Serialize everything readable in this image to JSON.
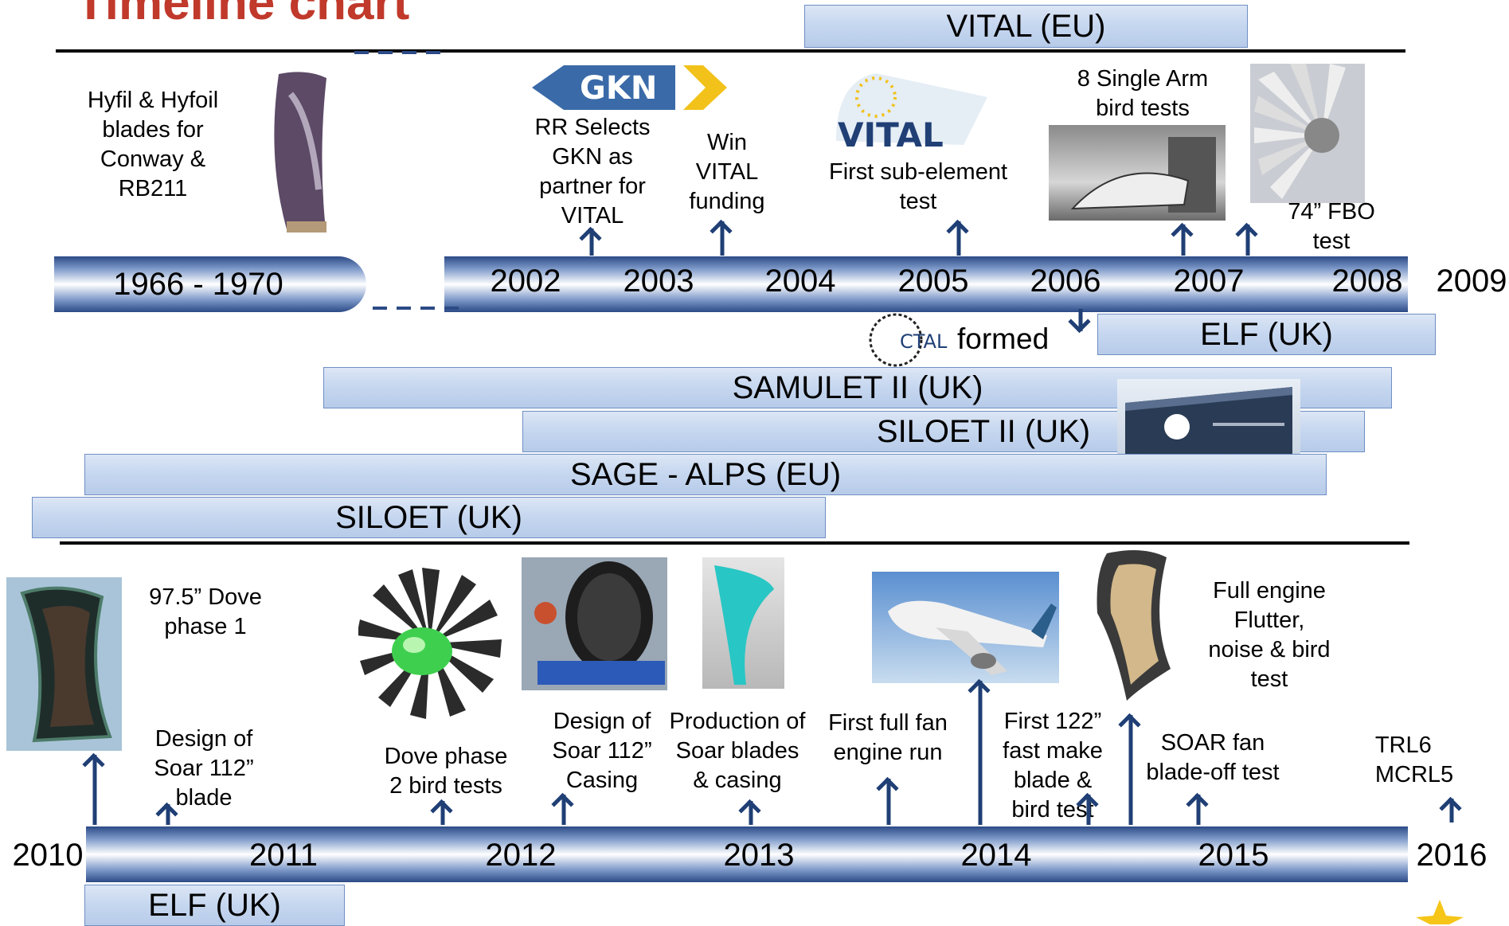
{
  "title": "Timeline chart",
  "bars_top": {
    "vital_eu": "VITAL (EU)",
    "elf_uk": "ELF (UK)",
    "samulet": "SAMULET II (UK)",
    "siloet2": "SILOET II (UK)",
    "sage": "SAGE - ALPS (EU)",
    "siloet": "SILOET (UK)"
  },
  "bars_bottom": {
    "elf_uk": "ELF (UK)"
  },
  "top_axis": {
    "first_segment": "1966 - 1970",
    "years": [
      "2002",
      "2003",
      "2004",
      "2005",
      "2006",
      "2007",
      "2008",
      "2009"
    ]
  },
  "bottom_axis": {
    "years": [
      "2010",
      "2011",
      "2012",
      "2013",
      "2014",
      "2015",
      "2016"
    ]
  },
  "top_notes": {
    "hyfil": "Hyfil & Hyfoil\nblades for\nConway &\nRB211",
    "rr_selects": "RR Selects\nGKN as\npartner for\nVITAL",
    "win_vital": "Win\nVITAL\nfunding",
    "first_sub": "First sub-element\ntest",
    "single_arm": "8 Single Arm\nbird tests",
    "fbo": "74” FBO\ntest",
    "ctal_logo": "CTAL",
    "ctal_formed": "formed",
    "vital_logo": "VITAL",
    "gkn_logo": "GKN"
  },
  "bottom_notes": {
    "dove1": "97.5” Dove\nphase 1",
    "design_soar": "Design of\nSoar 112”\nblade",
    "dove2": "Dove phase\n2 bird tests",
    "design_casing": "Design of\nSoar 112”\nCasing",
    "production": "Production of\nSoar blades\n& casing",
    "first_full": "First full fan\nengine run",
    "first_122": "First 122”\nfast make\nblade &\nbird test",
    "soar_fan": "SOAR fan\nblade-off test",
    "full_engine": "Full engine\nFlutter,\nnoise & bird\ntest",
    "trl": "TRL6\nMCRL5"
  },
  "colors": {
    "title": "#c0392b",
    "arrow": "#1f3f75",
    "bar_fill": "#c5d6ef",
    "bar_border": "#6f8fc4"
  }
}
